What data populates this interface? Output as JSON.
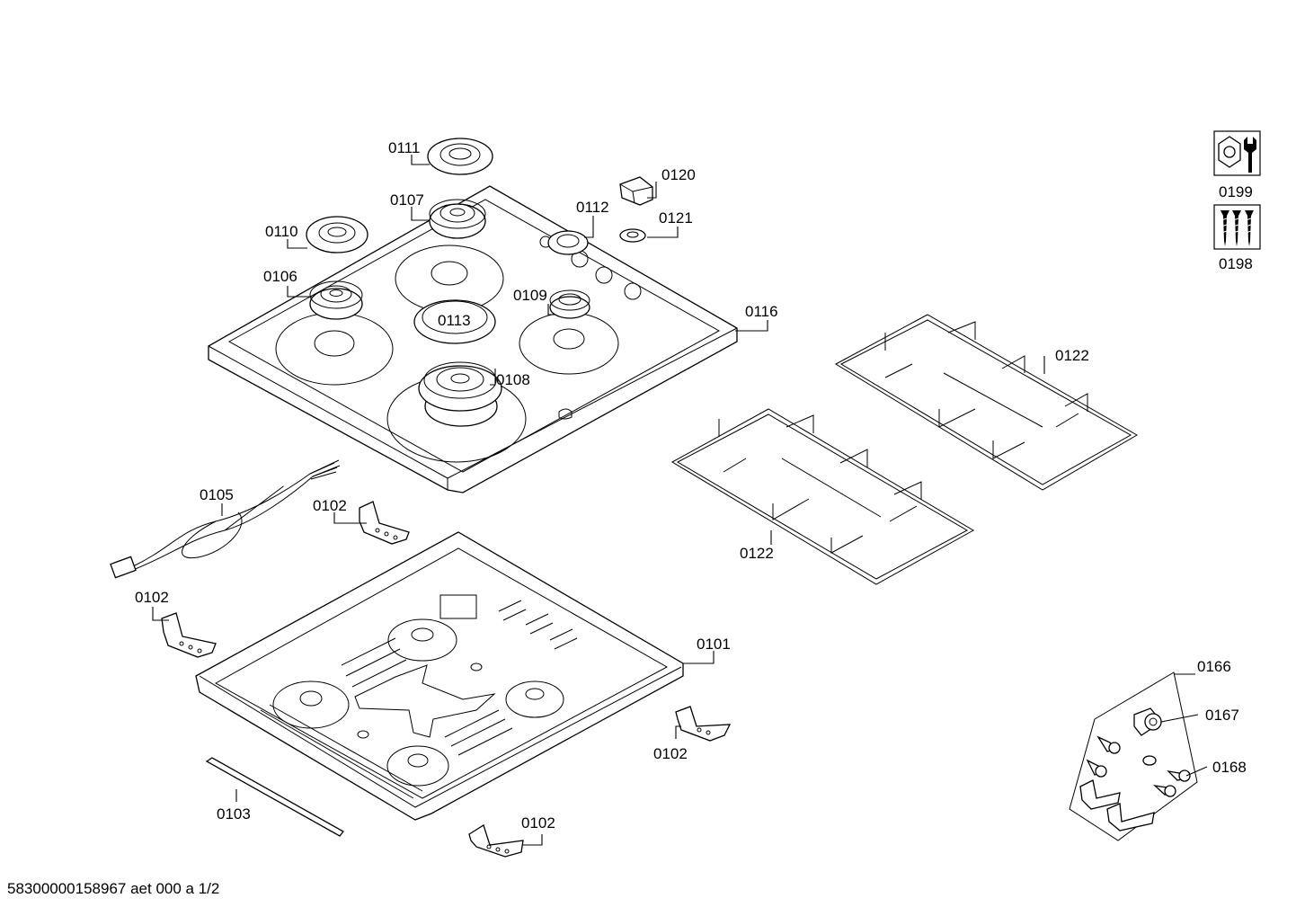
{
  "document_id": "58300000158967 aet 000 a 1/2",
  "labels": {
    "l0111": "0111",
    "l0107": "0107",
    "l0110": "0110",
    "l0106": "0106",
    "l0120": "0120",
    "l0112": "0112",
    "l0121": "0121",
    "l0109": "0109",
    "l0113": "0113",
    "l0116": "0116",
    "l0108": "0108",
    "l0122a": "0122",
    "l0122b": "0122",
    "l0105": "0105",
    "l0102a": "0102",
    "l0102b": "0102",
    "l0102c": "0102",
    "l0102d": "0102",
    "l0101": "0101",
    "l0103": "0103",
    "l0166": "0166",
    "l0167": "0167",
    "l0168": "0168",
    "l0199": "0199",
    "l0198": "0198"
  },
  "icons": {
    "service_tools": "wrench-nut-icon",
    "screw_set": "screws-icon"
  }
}
